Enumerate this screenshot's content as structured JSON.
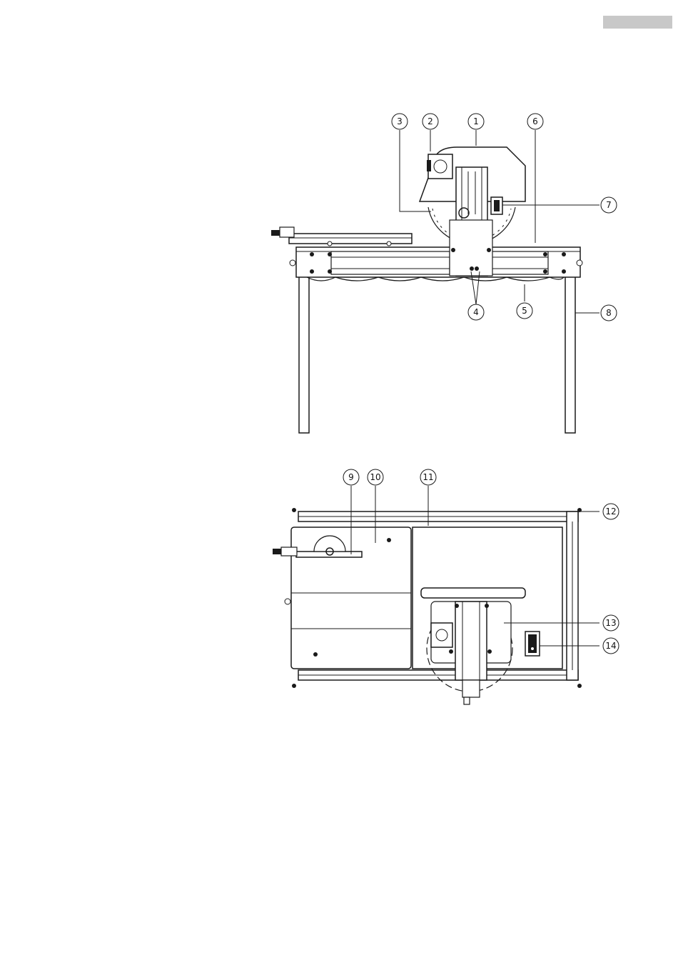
{
  "page": {
    "tab_color": "#c8c8c8"
  },
  "front_view": {
    "callouts": [
      {
        "label": "1"
      },
      {
        "label": "2"
      },
      {
        "label": "3"
      },
      {
        "label": "4"
      },
      {
        "label": "5"
      },
      {
        "label": "6"
      },
      {
        "label": "7"
      },
      {
        "label": "8"
      }
    ]
  },
  "top_view": {
    "callouts": [
      {
        "label": "9"
      },
      {
        "label": "10"
      },
      {
        "label": "11"
      },
      {
        "label": "12"
      },
      {
        "label": "13"
      },
      {
        "label": "14"
      }
    ]
  }
}
